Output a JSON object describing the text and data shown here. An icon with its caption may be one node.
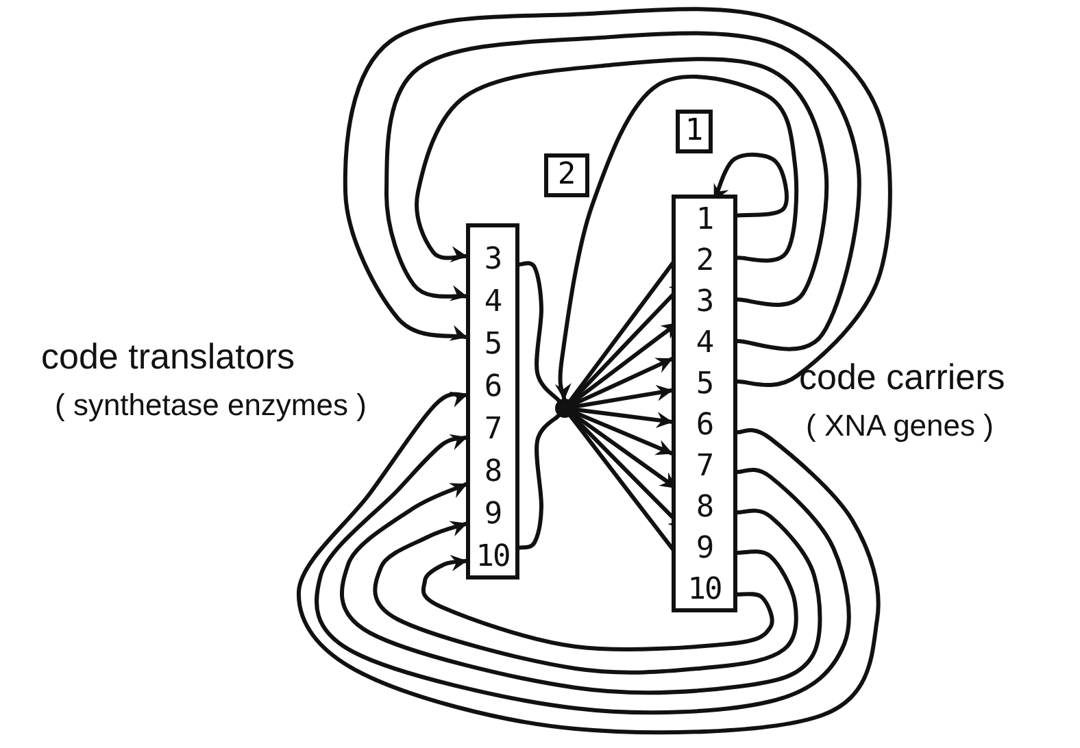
{
  "diagram": {
    "nodes": [
      {
        "text": [
          "1"
        ]
      },
      {
        "text": [
          "2"
        ]
      },
      {
        "text": [],
        "shape": "box",
        "beside": [
          "code translators",
          "( synthetase enzymes )"
        ]
      },
      {
        "text": [
          "3"
        ],
        "in": 2
      },
      {
        "text": [
          "4"
        ],
        "in": 2
      },
      {
        "text": [
          "5"
        ],
        "in": 2
      },
      {
        "text": [
          "6"
        ],
        "in": 2
      },
      {
        "text": [
          "7"
        ],
        "in": 2
      },
      {
        "text": [
          "8"
        ],
        "in": 2
      },
      {
        "text": [
          "9"
        ],
        "in": 2
      },
      {
        "text": [
          "10"
        ],
        "in": 2
      },
      {
        "text": [],
        "shape": "box",
        "beside": [
          "code carriers",
          "( XNA genes )"
        ]
      },
      {
        "text": [
          "1"
        ],
        "in": 11
      },
      {
        "text": [
          "2"
        ],
        "in": 11
      },
      {
        "text": [
          "3"
        ],
        "in": 11
      },
      {
        "text": [
          "4"
        ],
        "in": 11
      },
      {
        "text": [
          "5"
        ],
        "in": 11
      },
      {
        "text": [
          "6"
        ],
        "in": 11
      },
      {
        "text": [
          "7"
        ],
        "in": 11
      },
      {
        "text": [
          "8"
        ],
        "in": 11
      },
      {
        "text": [
          "9"
        ],
        "in": 11
      },
      {
        "text": [
          "10"
        ],
        "in": 11
      },
      {
        "text": [],
        "shape": "circle"
      }
    ],
    "edges": [
      {
        "from": 3,
        "to": 22,
        "arrow": "none"
      },
      {
        "from": 10,
        "to": 22,
        "arrow": "none"
      },
      {
        "from": 22,
        "to": 12,
        "arrow": "to"
      },
      {
        "from": 22,
        "to": 13,
        "arrow": "to"
      },
      {
        "from": 22,
        "to": 14,
        "arrow": "to"
      },
      {
        "from": 22,
        "to": 15,
        "arrow": "to"
      },
      {
        "from": 22,
        "to": 16,
        "arrow": "to"
      },
      {
        "from": 22,
        "to": 17,
        "arrow": "to"
      },
      {
        "from": 22,
        "to": 18,
        "arrow": "to"
      },
      {
        "from": 22,
        "to": 19,
        "arrow": "to"
      },
      {
        "from": 22,
        "to": 20,
        "arrow": "to"
      },
      {
        "from": 22,
        "to": 21,
        "arrow": "to"
      },
      {
        "from": 12,
        "to": 12,
        "arrow": "to"
      },
      {
        "from": 13,
        "to": 22,
        "arrow": "to"
      },
      {
        "from": 14,
        "to": 3,
        "arrow": "to"
      },
      {
        "from": 15,
        "to": 4,
        "arrow": "to"
      },
      {
        "from": 16,
        "to": 5,
        "arrow": "to"
      },
      {
        "from": 17,
        "to": 6,
        "arrow": "to"
      },
      {
        "from": 18,
        "to": 7,
        "arrow": "to"
      },
      {
        "from": 19,
        "to": 8,
        "arrow": "to"
      },
      {
        "from": 20,
        "to": 9,
        "arrow": "to"
      },
      {
        "from": 21,
        "to": 10,
        "arrow": "to"
      }
    ]
  }
}
